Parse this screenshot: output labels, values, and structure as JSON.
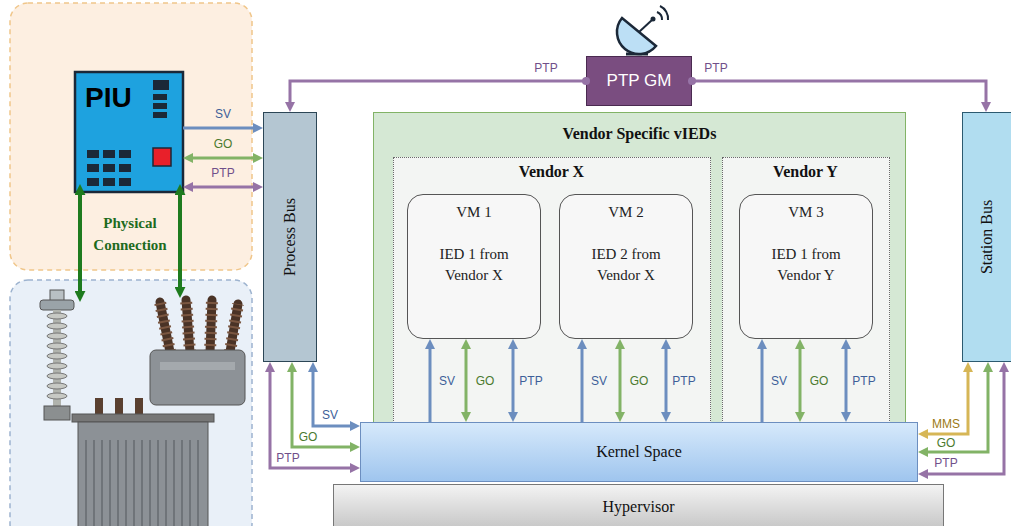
{
  "diagram": {
    "nodes": [
      {
        "text": [
          "PIU"
        ]
      },
      {
        "text": [
          "Process Bus"
        ]
      },
      {
        "text": [
          "PTP GM"
        ]
      },
      {
        "text": [
          "Vendor Specific vIEDs"
        ]
      },
      {
        "text": [
          "Vendor X"
        ],
        "in": 3
      },
      {
        "text": [
          "VM 1",
          "IED 1 from Vendor X"
        ],
        "in": 4
      },
      {
        "text": [
          "VM 2",
          "IED 2 from Vendor X"
        ],
        "in": 4
      },
      {
        "text": [
          "Vendor Y"
        ],
        "in": 3
      },
      {
        "text": [
          "VM 3",
          "IED 1 from Vendor Y"
        ],
        "in": 7
      },
      {
        "text": [
          "Station Bus"
        ]
      },
      {
        "text": [
          "Kernel Space"
        ]
      },
      {
        "text": [
          "Hypervisor"
        ]
      }
    ],
    "edges": [
      {
        "from": 0,
        "to": 1,
        "arrow": "to",
        "label": "SV"
      },
      {
        "from": 0,
        "to": 1,
        "arrow": "both",
        "label": "GO"
      },
      {
        "from": 0,
        "to": 1,
        "arrow": "both",
        "label": "PTP"
      },
      {
        "from": 2,
        "to": 1,
        "arrow": "to",
        "label": "PTP"
      },
      {
        "from": 2,
        "to": 9,
        "arrow": "to",
        "label": "PTP"
      },
      {
        "from": 10,
        "to": 5,
        "arrow": "to",
        "label": "SV"
      },
      {
        "from": 5,
        "to": 10,
        "arrow": "both",
        "label": "GO"
      },
      {
        "from": 5,
        "to": 10,
        "arrow": "both",
        "label": "PTP"
      },
      {
        "from": 10,
        "to": 6,
        "arrow": "to",
        "label": "SV"
      },
      {
        "from": 6,
        "to": 10,
        "arrow": "both",
        "label": "GO"
      },
      {
        "from": 6,
        "to": 10,
        "arrow": "both",
        "label": "PTP"
      },
      {
        "from": 10,
        "to": 8,
        "arrow": "to",
        "label": "SV"
      },
      {
        "from": 8,
        "to": 10,
        "arrow": "both",
        "label": "GO"
      },
      {
        "from": 8,
        "to": 10,
        "arrow": "both",
        "label": "PTP"
      },
      {
        "from": 1,
        "to": 10,
        "arrow": "both",
        "label": "SV"
      },
      {
        "from": 1,
        "to": 10,
        "arrow": "both",
        "label": "GO"
      },
      {
        "from": 1,
        "to": 10,
        "arrow": "both",
        "label": "PTP"
      },
      {
        "from": 9,
        "to": 10,
        "arrow": "both",
        "label": "MMS"
      },
      {
        "from": 9,
        "to": 10,
        "arrow": "both",
        "label": "GO"
      },
      {
        "from": 9,
        "to": 10,
        "arrow": "both",
        "label": "PTP"
      }
    ],
    "labels": [
      "Physical Connection"
    ]
  }
}
